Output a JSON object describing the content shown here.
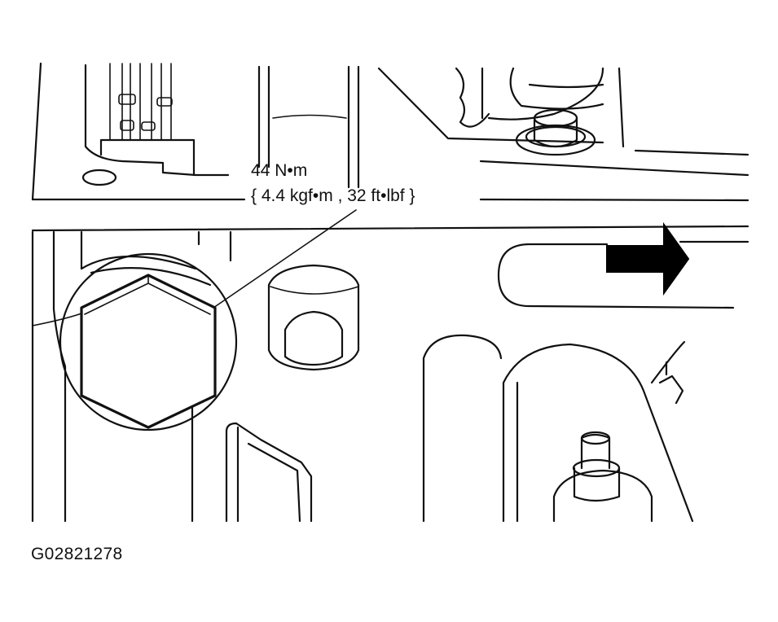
{
  "figure": {
    "torque_primary": "44 N•m",
    "torque_secondary": "{ 4.4 kgf•m , 32 ft•lbf }",
    "figure_code": "G02821278"
  },
  "colors": {
    "line": "#111111",
    "background": "#ffffff",
    "arrow_fill": "#000000"
  },
  "icons": {
    "direction_arrow": "arrow-right-icon",
    "bolt": "hex-bolt-icon"
  }
}
